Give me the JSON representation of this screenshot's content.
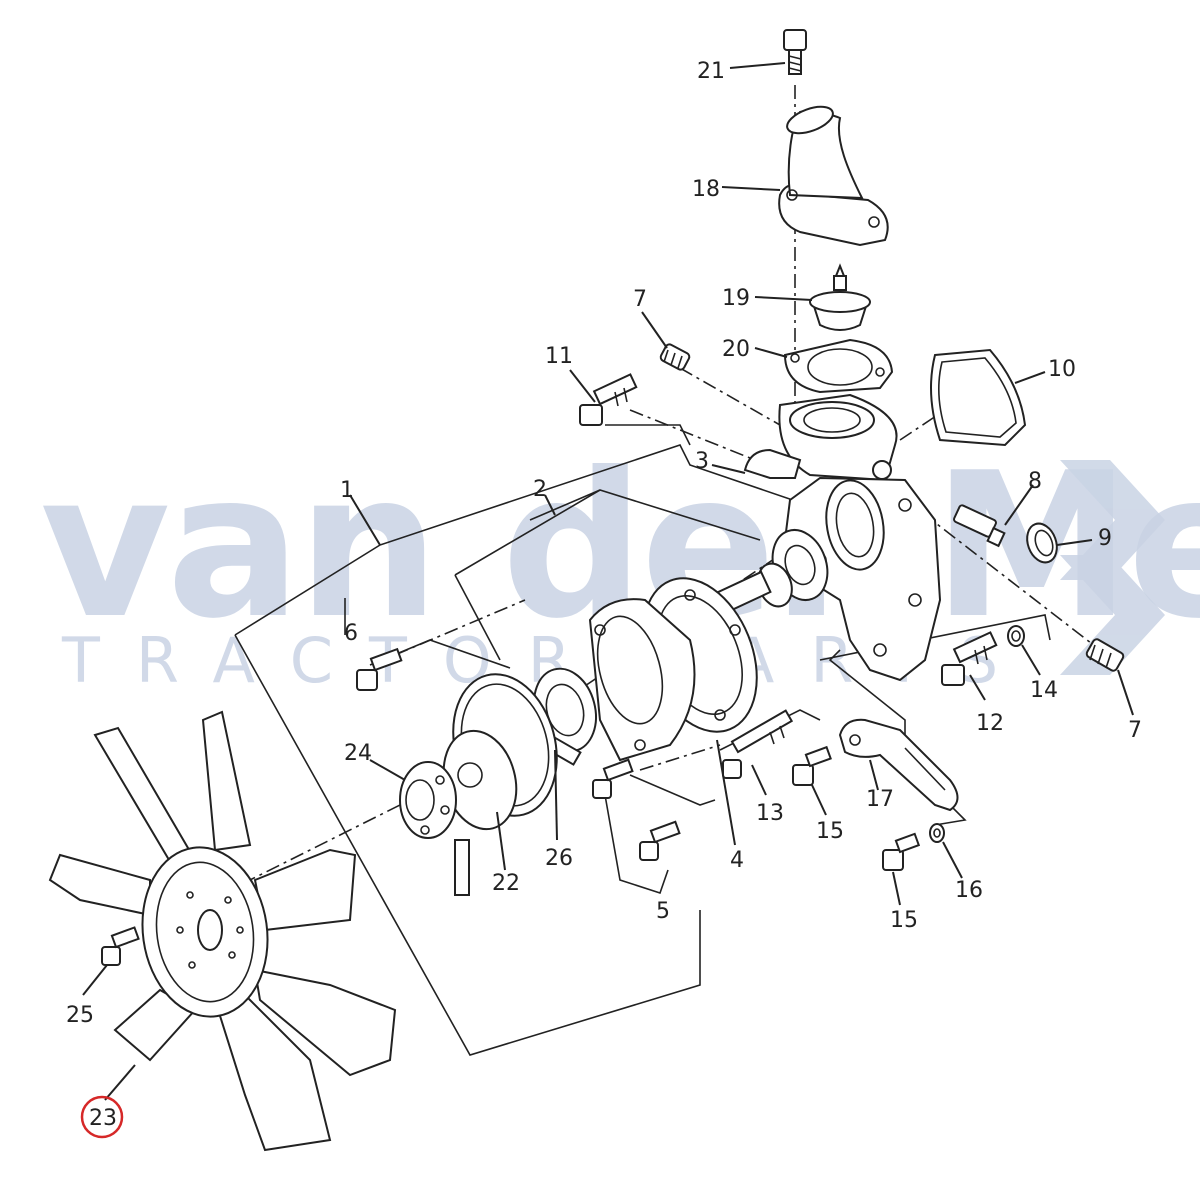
{
  "watermark": {
    "brand": "van der Mei",
    "subtitle": "TRACTOR PARTS",
    "color": "#c9d3e4"
  },
  "callouts": [
    {
      "id": "c21",
      "label": "21"
    },
    {
      "id": "c18",
      "label": "18"
    },
    {
      "id": "c19",
      "label": "19"
    },
    {
      "id": "c20",
      "label": "20"
    },
    {
      "id": "c7a",
      "label": "7"
    },
    {
      "id": "c11",
      "label": "11"
    },
    {
      "id": "c10",
      "label": "10"
    },
    {
      "id": "c3",
      "label": "3"
    },
    {
      "id": "c8",
      "label": "8"
    },
    {
      "id": "c9",
      "label": "9"
    },
    {
      "id": "c1",
      "label": "1"
    },
    {
      "id": "c2",
      "label": "2"
    },
    {
      "id": "c6",
      "label": "6"
    },
    {
      "id": "c14",
      "label": "14"
    },
    {
      "id": "c12",
      "label": "12"
    },
    {
      "id": "c7b",
      "label": "7"
    },
    {
      "id": "c24",
      "label": "24"
    },
    {
      "id": "c13",
      "label": "13"
    },
    {
      "id": "c17",
      "label": "17"
    },
    {
      "id": "c15a",
      "label": "15"
    },
    {
      "id": "c26",
      "label": "26"
    },
    {
      "id": "c4",
      "label": "4"
    },
    {
      "id": "c22",
      "label": "22"
    },
    {
      "id": "c16",
      "label": "16"
    },
    {
      "id": "c5",
      "label": "5"
    },
    {
      "id": "c15b",
      "label": "15"
    },
    {
      "id": "c25",
      "label": "25"
    },
    {
      "id": "c23",
      "label": "23"
    }
  ],
  "highlight": {
    "callout": "23",
    "color": "#d62828"
  }
}
